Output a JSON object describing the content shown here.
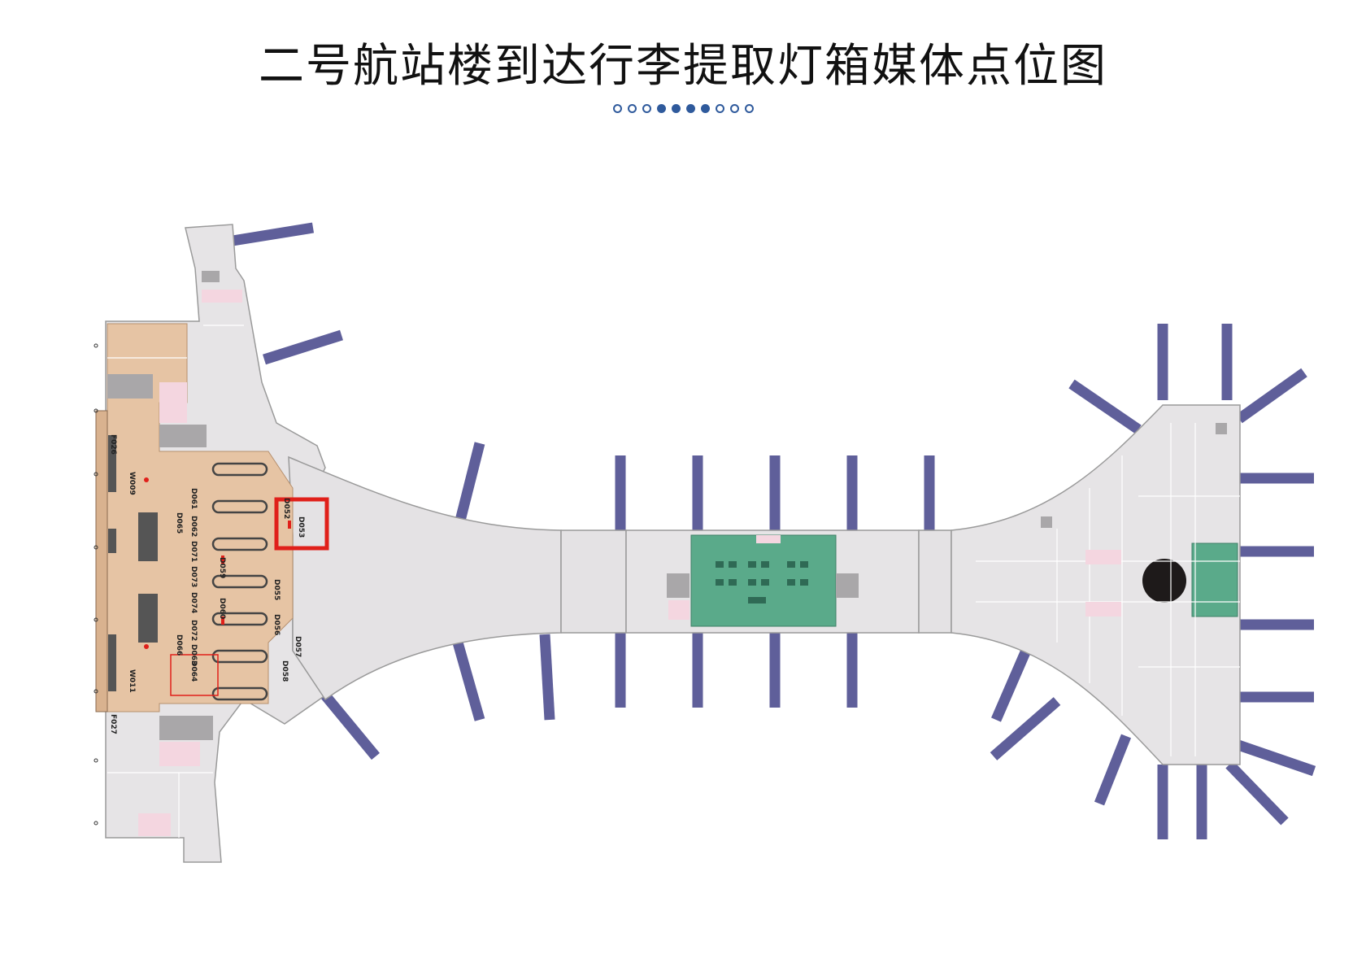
{
  "title": "二号航站楼到达行李提取灯箱媒体点位图",
  "pager": {
    "active": [
      false,
      false,
      false,
      true,
      true,
      true,
      true,
      false,
      false,
      false
    ]
  },
  "colors": {
    "jetbridge": "#5f5f9a",
    "terminal": "#e4e2e4",
    "baggage_hall": "#e6c4a4",
    "green_zone": "#5aaa8a",
    "highlight": "#e0201a"
  },
  "labels": {
    "f026": "F026",
    "f027": "F027",
    "w009": "W009",
    "w011": "W011",
    "d061": "D061",
    "d062": "D062",
    "d065": "D065",
    "d071": "D071",
    "d073": "D073",
    "d074": "D074",
    "d072": "D072",
    "d063": "D063",
    "d066": "D066",
    "d064": "D064",
    "d059": "D059",
    "d060": "D060",
    "d055": "D055",
    "d056": "D056",
    "d052": "D052",
    "d053": "D053",
    "d057": "D057",
    "d058": "D058"
  }
}
